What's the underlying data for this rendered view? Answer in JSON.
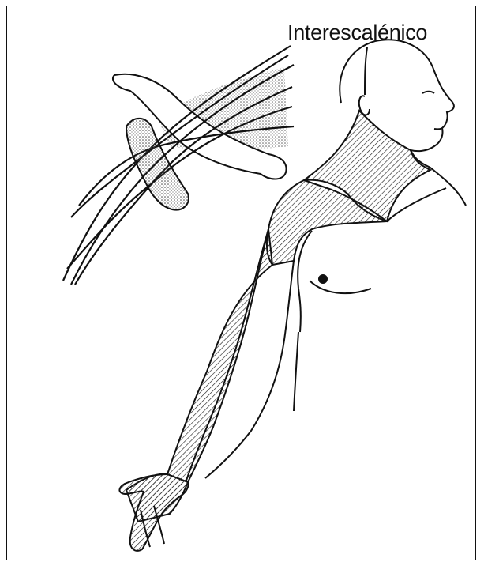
{
  "figure": {
    "title": "Interescalénico",
    "colors": {
      "line": "#111111",
      "background": "#ffffff",
      "hatch": "#222222"
    },
    "parts": [
      "plexus-nerves",
      "clavicle",
      "scalene-muscle",
      "head",
      "neck",
      "shoulder",
      "arm",
      "forearm",
      "hand",
      "blocked-area-hatching"
    ]
  }
}
